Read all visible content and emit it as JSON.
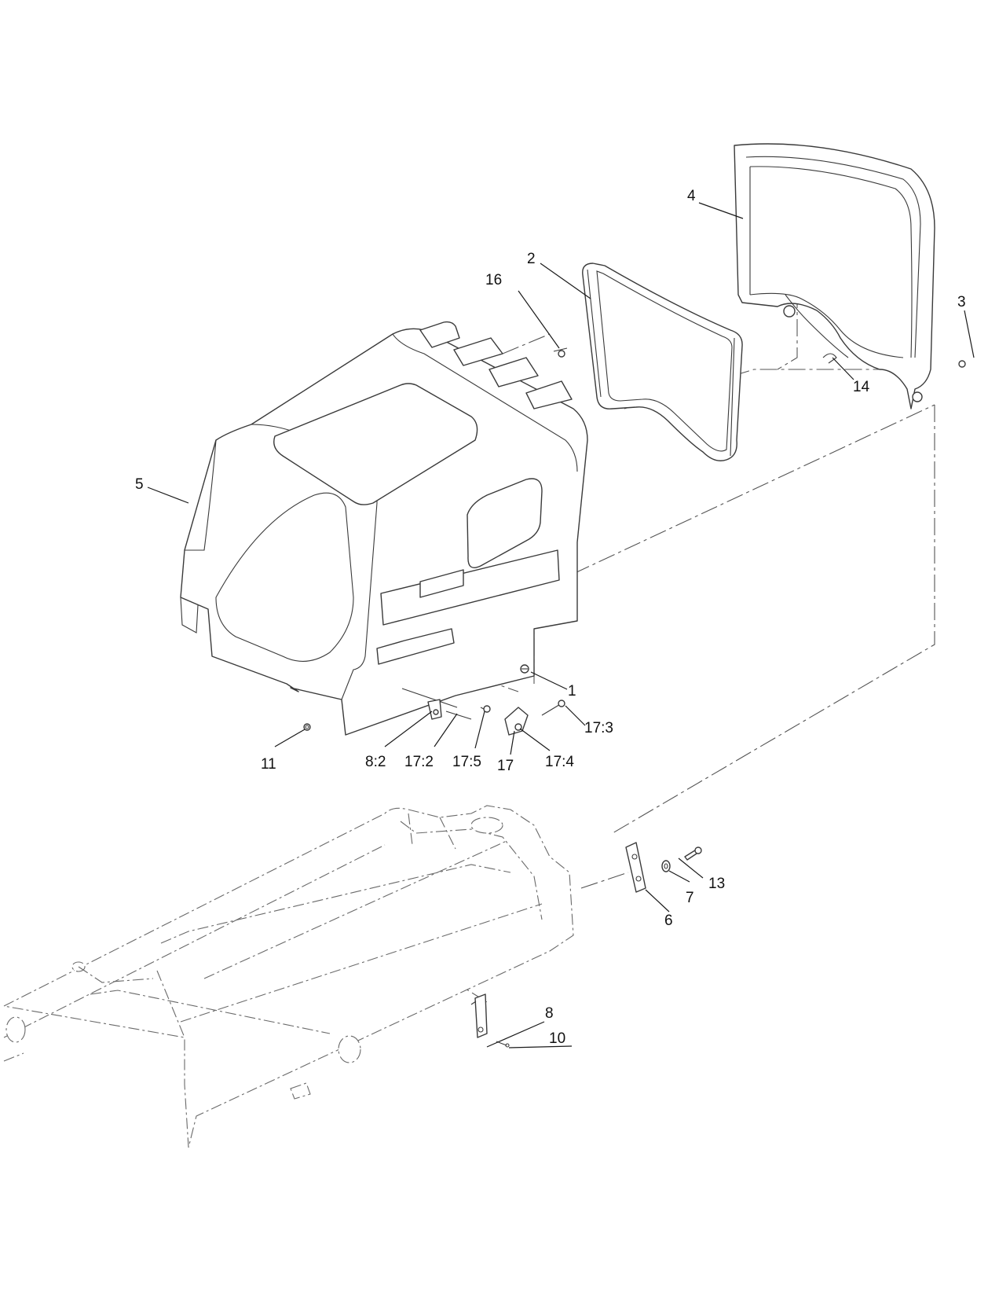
{
  "callouts": {
    "c1": "1",
    "c2": "2",
    "c3": "3",
    "c4": "4",
    "c5": "5",
    "c6": "6",
    "c7": "7",
    "c8": "8",
    "c10": "10",
    "c11": "11",
    "c13": "13",
    "c14": "14",
    "c16": "16",
    "c17": "17",
    "c8_2": "8:2",
    "c17_2": "17:2",
    "c17_3": "17:3",
    "c17_4": "17:4",
    "c17_5": "17:5"
  },
  "colors": {
    "line": "#3a3a3a",
    "ghost": "#6a6a6a",
    "background": "#ffffff"
  }
}
